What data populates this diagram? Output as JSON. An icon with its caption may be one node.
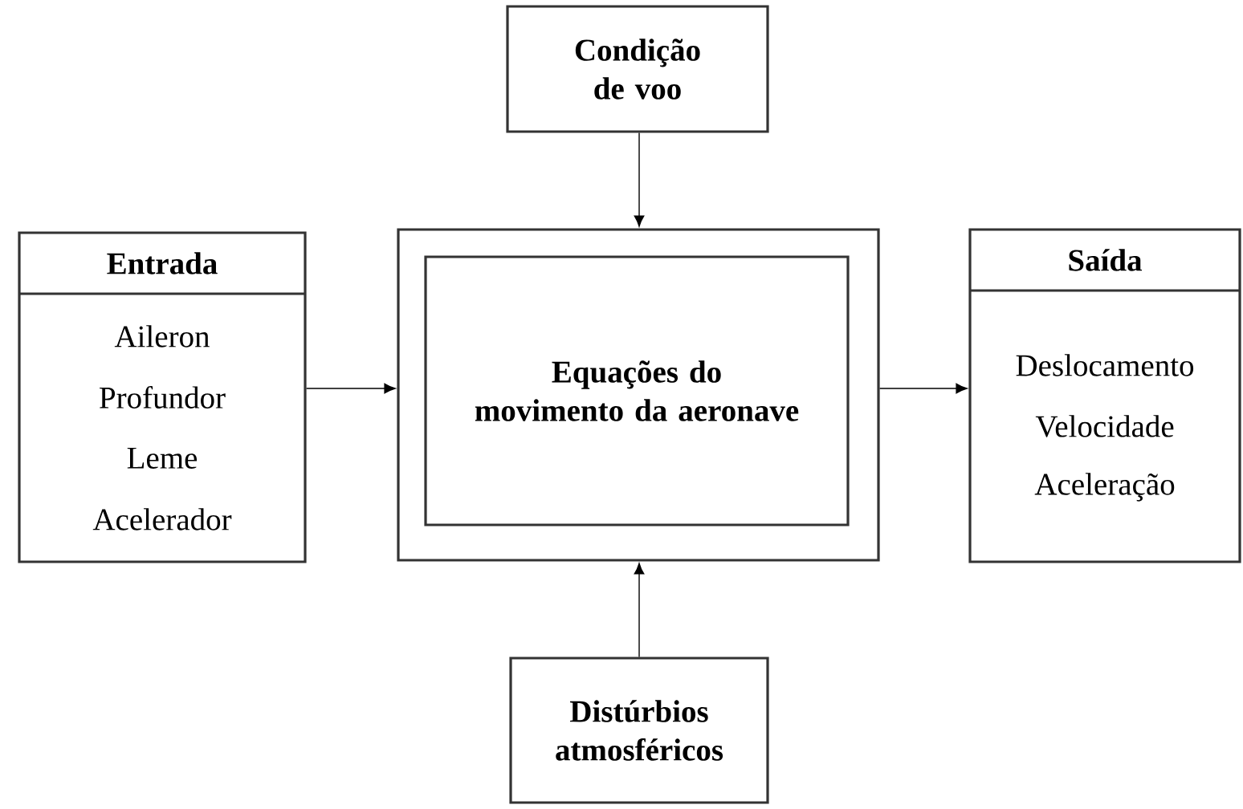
{
  "diagram": {
    "nodes": [
      {
        "text": [
          "Entrada",
          "Aileron",
          "Profundor",
          "Leme",
          "Acelerador"
        ]
      },
      {
        "text": [],
        "shape": "box"
      },
      {
        "text": [
          "Equações do movimento da aeronave"
        ],
        "in": 1
      },
      {
        "text": [
          "Condição de voo"
        ]
      },
      {
        "text": [
          "Saída",
          "Deslocamento",
          "Velocidade",
          "Aceleração"
        ]
      },
      {
        "text": [
          "Distúrbios atmosféricos"
        ]
      }
    ],
    "edges": [
      {
        "from": 0,
        "to": 1,
        "arrow": "to"
      },
      {
        "from": 3,
        "to": 1,
        "arrow": "to"
      },
      {
        "from": 5,
        "to": 1,
        "arrow": "to"
      },
      {
        "from": 1,
        "to": 4,
        "arrow": "to"
      }
    ]
  }
}
